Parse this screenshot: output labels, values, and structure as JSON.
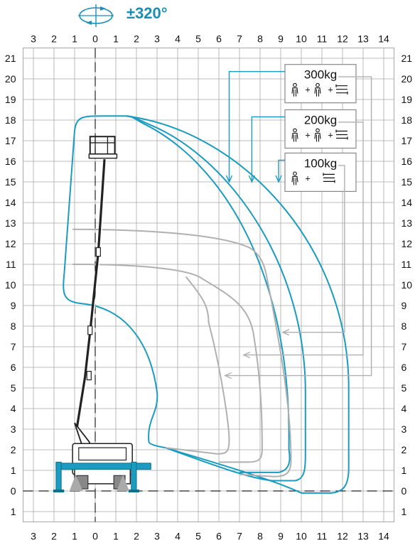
{
  "header": {
    "rotation_label": "±320°",
    "rotation_icon": "rotation-ellipse-arrows-icon"
  },
  "colors": {
    "envelope": "#1a9cc0",
    "inner_envelope": "#b0b0b0",
    "grid": "#a8a8a8",
    "accent": "#1a8fb5",
    "axis": "#111111"
  },
  "chart_data": {
    "type": "diagram",
    "description_units": "m",
    "x_ticks": [
      "3",
      "2",
      "1",
      "0",
      "1",
      "2",
      "3",
      "4",
      "5",
      "6",
      "7",
      "8",
      "9",
      "10",
      "11",
      "12",
      "13",
      "14"
    ],
    "x_values": [
      -3,
      -2,
      -1,
      0,
      1,
      2,
      3,
      4,
      5,
      6,
      7,
      8,
      9,
      10,
      11,
      12,
      13,
      14
    ],
    "y_ticks": [
      "21",
      "20",
      "19",
      "18",
      "17",
      "16",
      "15",
      "14",
      "13",
      "12",
      "11",
      "10",
      "9",
      "8",
      "7",
      "6",
      "5",
      "4",
      "3",
      "2",
      "1",
      "0",
      "1"
    ],
    "y_values": [
      21,
      20,
      19,
      18,
      17,
      16,
      15,
      14,
      13,
      12,
      11,
      10,
      9,
      8,
      7,
      6,
      5,
      4,
      3,
      2,
      1,
      0,
      -1
    ],
    "xlim": [
      -3.5,
      14.5
    ],
    "ylim": [
      -1.5,
      21.5
    ],
    "grid": true,
    "capacities": [
      {
        "label": "300kg",
        "operators": 2,
        "tools": true,
        "icons": [
          "person-icon",
          "person-icon",
          "tools-icon"
        ]
      },
      {
        "label": "200kg",
        "operators": 2,
        "tools": true,
        "icons": [
          "person-icon",
          "person-icon",
          "tools-icon"
        ]
      },
      {
        "label": "100kg",
        "operators": 1,
        "tools": true,
        "icons": [
          "person-icon",
          "tools-icon"
        ]
      }
    ],
    "plus_sign": "+"
  }
}
